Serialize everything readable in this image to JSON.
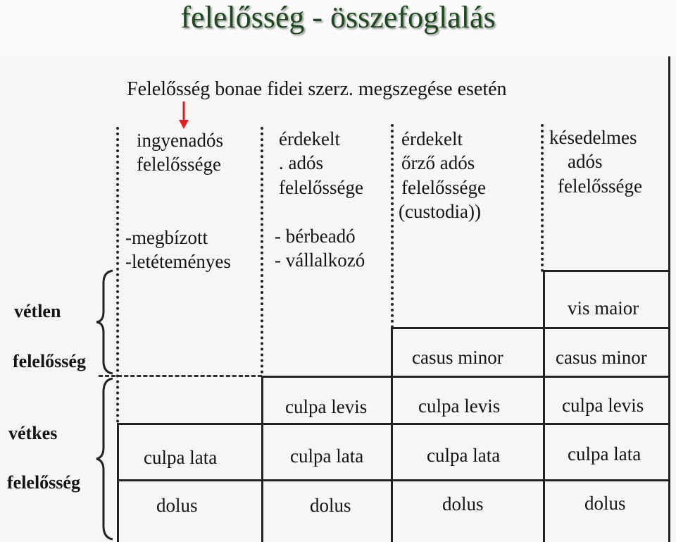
{
  "title": "felelősség - összefoglalás",
  "diagram": {
    "heading": "Felelősség bonae fidei szerz. megszegése esetén",
    "columns": [
      {
        "lines": [
          "ingyenadós",
          "felelőssége"
        ],
        "examples": [
          "-megbízott",
          "-letéteményes"
        ]
      },
      {
        "lines": [
          "érdekelt",
          ". adós",
          "felelőssége"
        ],
        "examples": [
          "- bérbeadó",
          "- vállalkozó"
        ]
      },
      {
        "lines": [
          "érdekelt",
          "őrző adós",
          "felelőssége",
          "(custodia))"
        ]
      },
      {
        "lines": [
          "késedelmes",
          "adós",
          "felelőssége"
        ]
      }
    ],
    "left_labels": {
      "faultless": [
        "vétlen",
        "felelősség"
      ],
      "culpable": [
        "vétkes",
        "felelősség"
      ]
    },
    "cells": {
      "vis_maior": "vis maior",
      "casus_minor": "casus minor",
      "culpa_levis": "culpa levis",
      "culpa_lata": "culpa lata",
      "dolus": "dolus"
    },
    "colors": {
      "arrow": "#e02020",
      "title": "#1d4a1d"
    }
  }
}
